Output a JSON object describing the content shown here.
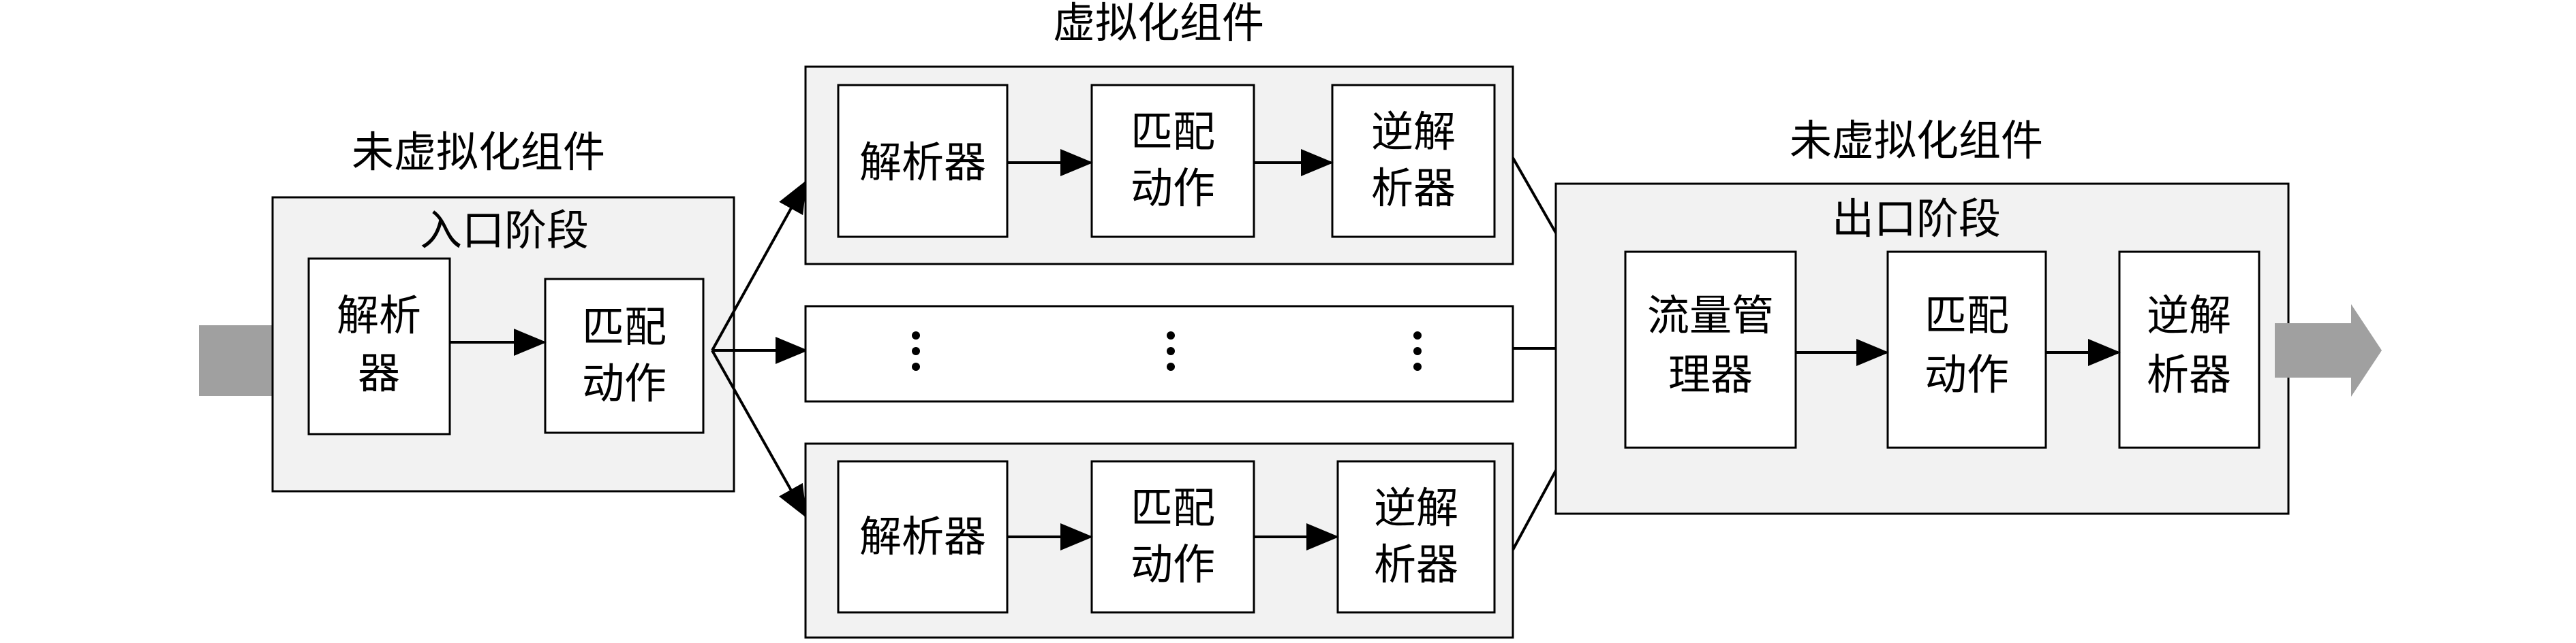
{
  "titles": {
    "left_component": "未虚拟化组件",
    "middle_component": "虚拟化组件",
    "right_component": "未虚拟化组件"
  },
  "ingress": {
    "stage": "入口阶段",
    "parser": [
      "解析",
      "器"
    ],
    "match_action": [
      "匹配",
      "动作"
    ]
  },
  "virtual_pipeline_top": {
    "parser": [
      "解析器"
    ],
    "match_action": [
      "匹配",
      "动作"
    ],
    "deparser": [
      "逆解",
      "析器"
    ]
  },
  "virtual_pipeline_middle": {
    "ellipsis": "⋮"
  },
  "virtual_pipeline_bottom": {
    "parser": [
      "解析器"
    ],
    "match_action": [
      "匹配",
      "动作"
    ],
    "deparser": [
      "逆解",
      "析器"
    ]
  },
  "egress": {
    "stage": "出口阶段",
    "traffic_manager": [
      "流量管",
      "理器"
    ],
    "match_action": [
      "匹配",
      "动作"
    ],
    "deparser": [
      "逆解",
      "析器"
    ]
  },
  "colors": {
    "group_fill": "#f2f2f2",
    "box_fill": "#ffffff",
    "io_arrow": "#a0a0a0",
    "stroke": "#000000"
  }
}
